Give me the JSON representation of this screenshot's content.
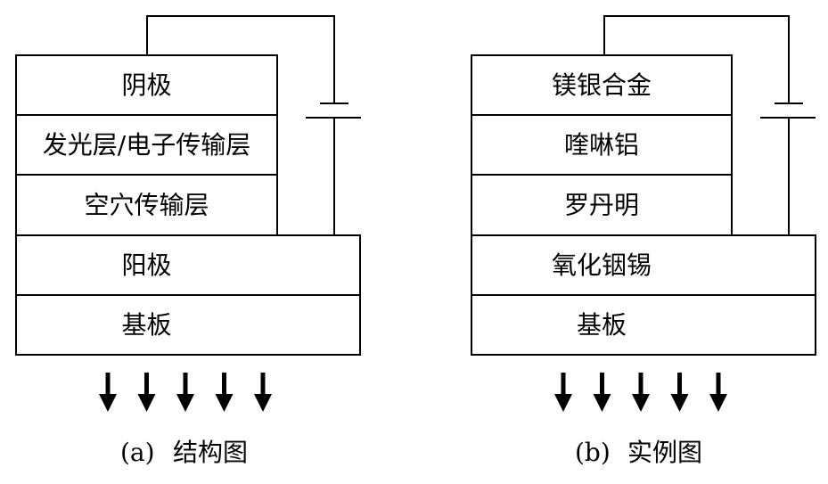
{
  "panels": [
    {
      "id": "a",
      "layers": [
        "阴极",
        "发光层/电子传输层",
        "空穴传输层",
        "阳极",
        "基板"
      ],
      "caption_label": "(a)",
      "caption_text": "结构图"
    },
    {
      "id": "b",
      "layers": [
        "镁银合金",
        "喹啉铝",
        "罗丹明",
        "氧化铟锡",
        "基板"
      ],
      "caption_label": "(b)",
      "caption_text": "实例图"
    }
  ],
  "arrow_count": 5
}
